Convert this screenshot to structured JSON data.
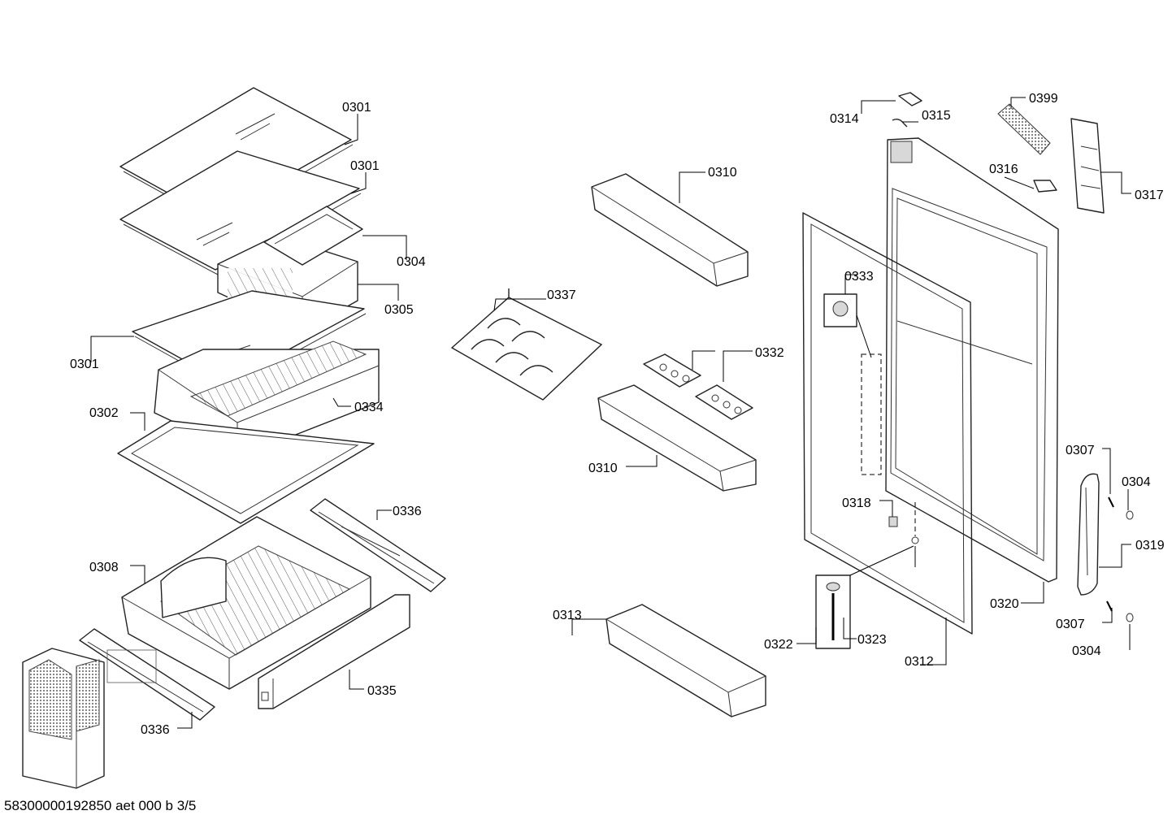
{
  "diagram": {
    "footer": "58300000192850 aet 000 b 3/5",
    "labels": {
      "shelf_top": "0301",
      "shelf_second": "0301",
      "shelf_third": "0301",
      "holder_right": "0304",
      "holder_box": "0305",
      "frame_tray": "0302",
      "vegetable_box": "0334",
      "bottle_rack": "0337",
      "door_bin_upper": "0310",
      "egg_trays": "0332",
      "door_bin_middle": "0310",
      "door_bin_lower": "0313",
      "freezer_drawer": "0308",
      "rail_upper": "0336",
      "rail_lower": "0336",
      "drawer_front": "0335",
      "hinge_cap": "0314",
      "hinge_pin": "0315",
      "filter_pad": "0399",
      "handle_cap": "0316",
      "hinge_bracket": "0317",
      "door_gasket": "0312",
      "door_panel": "0320",
      "bearing_detail": "0333",
      "bushing": "0318",
      "screw_assembly": "0322",
      "screw": "0323",
      "handle_screw_upper": "0307",
      "handle_screw_lower": "0307",
      "cover_cap_upper": "0304",
      "cover_cap_lower": "0304",
      "door_handle": "0319"
    }
  }
}
